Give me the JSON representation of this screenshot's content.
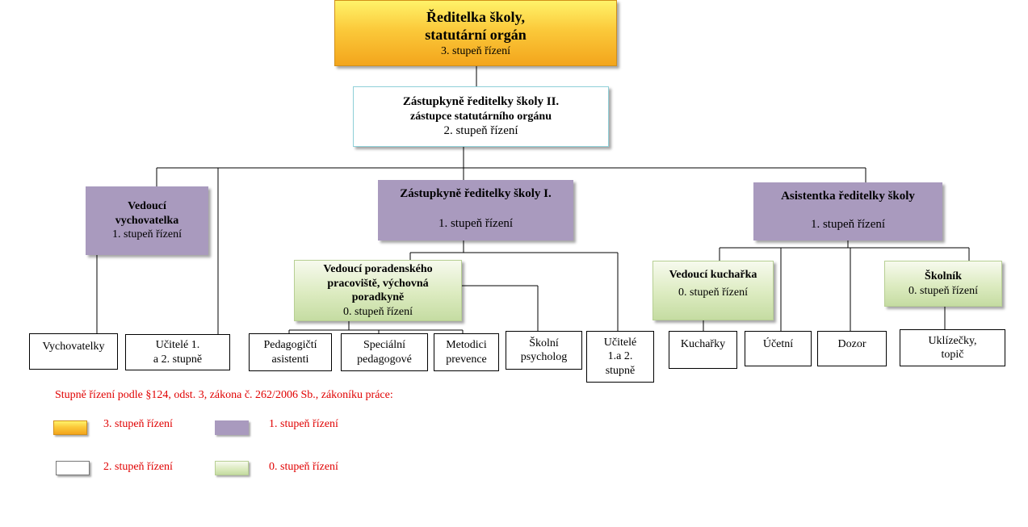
{
  "director": {
    "title_line1": "Ředitelka školy,",
    "title_line2": "statutární orgán",
    "level": "3. stupeň řízení"
  },
  "deputy2": {
    "title_line1": "Zástupkyně ředitelky školy II.",
    "title_line2": "zástupce statutárního orgánu",
    "level": "2. stupeň řízení"
  },
  "head_educator": {
    "title_line1": "Vedoucí",
    "title_line2": "vychovatelka",
    "level": "1. stupeň řízení"
  },
  "deputy1": {
    "title": "Zástupkyně ředitelky školy I.",
    "level": "1. stupeň řízení"
  },
  "assistant": {
    "title": "Asistentka ředitelky školy",
    "level": "1. stupeň řízení"
  },
  "counseling_head": {
    "title_line1": "Vedoucí poradenského",
    "title_line2": "pracoviště, výchovná",
    "title_line3": "poradkyně",
    "level": "0. stupeň řízení"
  },
  "head_cook": {
    "title": "Vedoucí kuchařka",
    "level": "0. stupeň řízení"
  },
  "janitor": {
    "title": "Školník",
    "level": "0. stupeň řízení"
  },
  "staff": {
    "educators": "Vychovatelky",
    "teachers_a_1": "Učitelé 1.",
    "teachers_a_2": "a 2. stupně",
    "ped_assist_1": "Pedagogičtí",
    "ped_assist_2": "asistenti",
    "special_ped_1": "Speciální",
    "special_ped_2": "pedagogové",
    "prevention_1": "Metodici",
    "prevention_2": "prevence",
    "psychologist_1": "Školní",
    "psychologist_2": "psycholog",
    "teachers_b_1": "Učitelé",
    "teachers_b_2": "1.a 2.",
    "teachers_b_3": "stupně",
    "cooks": "Kuchařky",
    "accountant": "Účetní",
    "supervision": "Dozor",
    "cleaners_1": "Uklízečky,",
    "cleaners_2": "topič"
  },
  "legend": {
    "title": "Stupně řízení podle §124, odst. 3, zákona č. 262/2006 Sb., zákoníku práce:",
    "items": [
      {
        "label": "3. stupeň řízení",
        "color": "#fbc93a"
      },
      {
        "label": "1. stupeň řízení",
        "color": "#a99abe"
      },
      {
        "label": "2. stupeň řízení",
        "color": "#ffffff"
      },
      {
        "label": "0. stupeň řízení",
        "color": "#dcebc0"
      }
    ],
    "text_color": "#e00000"
  }
}
